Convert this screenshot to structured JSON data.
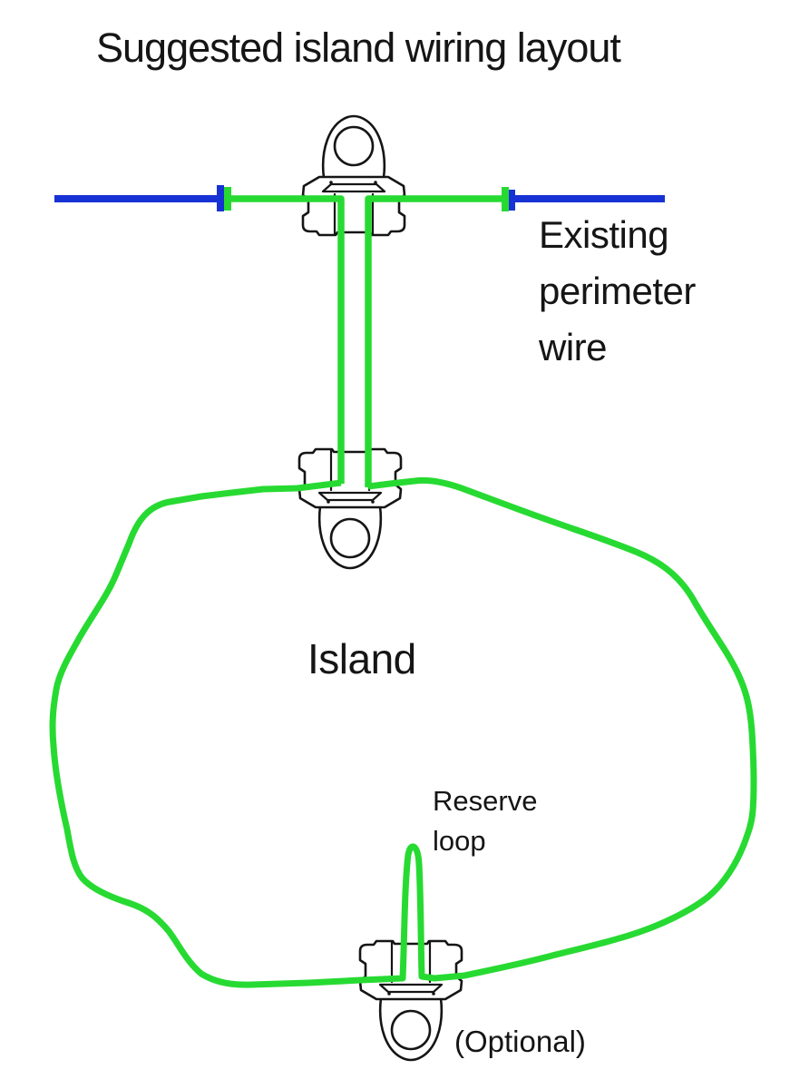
{
  "title": "Suggested island wiring layout",
  "diagram": {
    "perimeter_wire_label_lines": [
      "Existing",
      "perimeter",
      "wire"
    ],
    "island_label": "Island",
    "reserve_loop_label_lines": [
      "Reserve",
      "loop"
    ],
    "optional_label": "(Optional)",
    "connectors": [
      {
        "name": "top-wire-connector-icon",
        "position": "top"
      },
      {
        "name": "middle-wire-connector-icon",
        "position": "middle"
      },
      {
        "name": "bottom-wire-connector-icon",
        "position": "bottom"
      }
    ],
    "splices": [
      {
        "name": "left-splice-tick"
      },
      {
        "name": "right-splice-tick"
      }
    ]
  },
  "colors": {
    "wireGreen": "#27da32",
    "wireBlue": "#1732d4",
    "ink": "#151515",
    "background": "#ffffff"
  }
}
